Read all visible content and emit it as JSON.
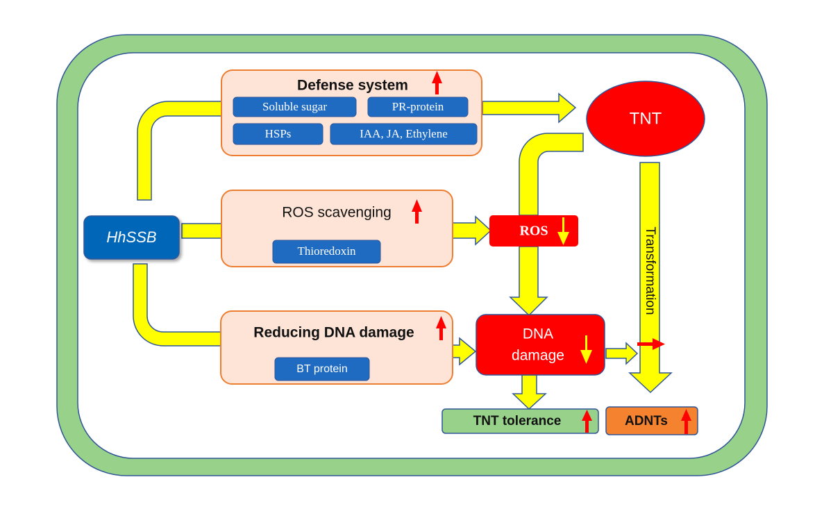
{
  "colors": {
    "cell_wall": "#97d18a",
    "outline_blue": "#2f5597",
    "pipe_yellow": "#ffff00",
    "process_box_fill": "#fde4d6",
    "process_box_border": "#ed7d31",
    "chip_blue": "#1f6bc1",
    "hhssb_blue": "#0066b8",
    "red": "#ff0000",
    "tolerance_green": "#97d18a",
    "adnts_orange": "#f4822f",
    "up_arrow": "#ff0000",
    "down_arrow": "#ffff00"
  },
  "nodes": {
    "hhssb": {
      "label": "HhSSB"
    },
    "defense": {
      "title": "Defense system",
      "trend": "up",
      "items": [
        "Soluble sugar",
        "PR-protein",
        "HSPs",
        "IAA, JA, Ethylene"
      ]
    },
    "ros_scavenging": {
      "title": "ROS scavenging",
      "trend": "up",
      "items": [
        "Thioredoxin"
      ]
    },
    "reducing_dna": {
      "title": "Reducing DNA damage",
      "trend": "up",
      "items": [
        "BT protein"
      ]
    },
    "tnt": {
      "label": "TNT"
    },
    "ros": {
      "label": "ROS",
      "trend": "down"
    },
    "dna_damage": {
      "line1": "DNA",
      "line2": "damage",
      "trend": "down"
    },
    "tnt_tolerance": {
      "label": "TNT tolerance",
      "trend": "up"
    },
    "adnts": {
      "label": "ADNTs",
      "trend": "up"
    }
  },
  "edges": [
    {
      "from": "hhssb",
      "to": "defense"
    },
    {
      "from": "hhssb",
      "to": "ros_scavenging"
    },
    {
      "from": "hhssb",
      "to": "reducing_dna"
    },
    {
      "from": "defense",
      "to": "tnt"
    },
    {
      "from": "tnt",
      "to": "ros"
    },
    {
      "from": "ros_scavenging",
      "to": "ros"
    },
    {
      "from": "ros",
      "to": "dna_damage"
    },
    {
      "from": "reducing_dna",
      "to": "dna_damage"
    },
    {
      "from": "dna_damage",
      "to": "tnt_tolerance"
    },
    {
      "from": "dna_damage",
      "to": "transformation"
    },
    {
      "from": "tnt",
      "to": "adnts",
      "label": "Transformation"
    }
  ]
}
